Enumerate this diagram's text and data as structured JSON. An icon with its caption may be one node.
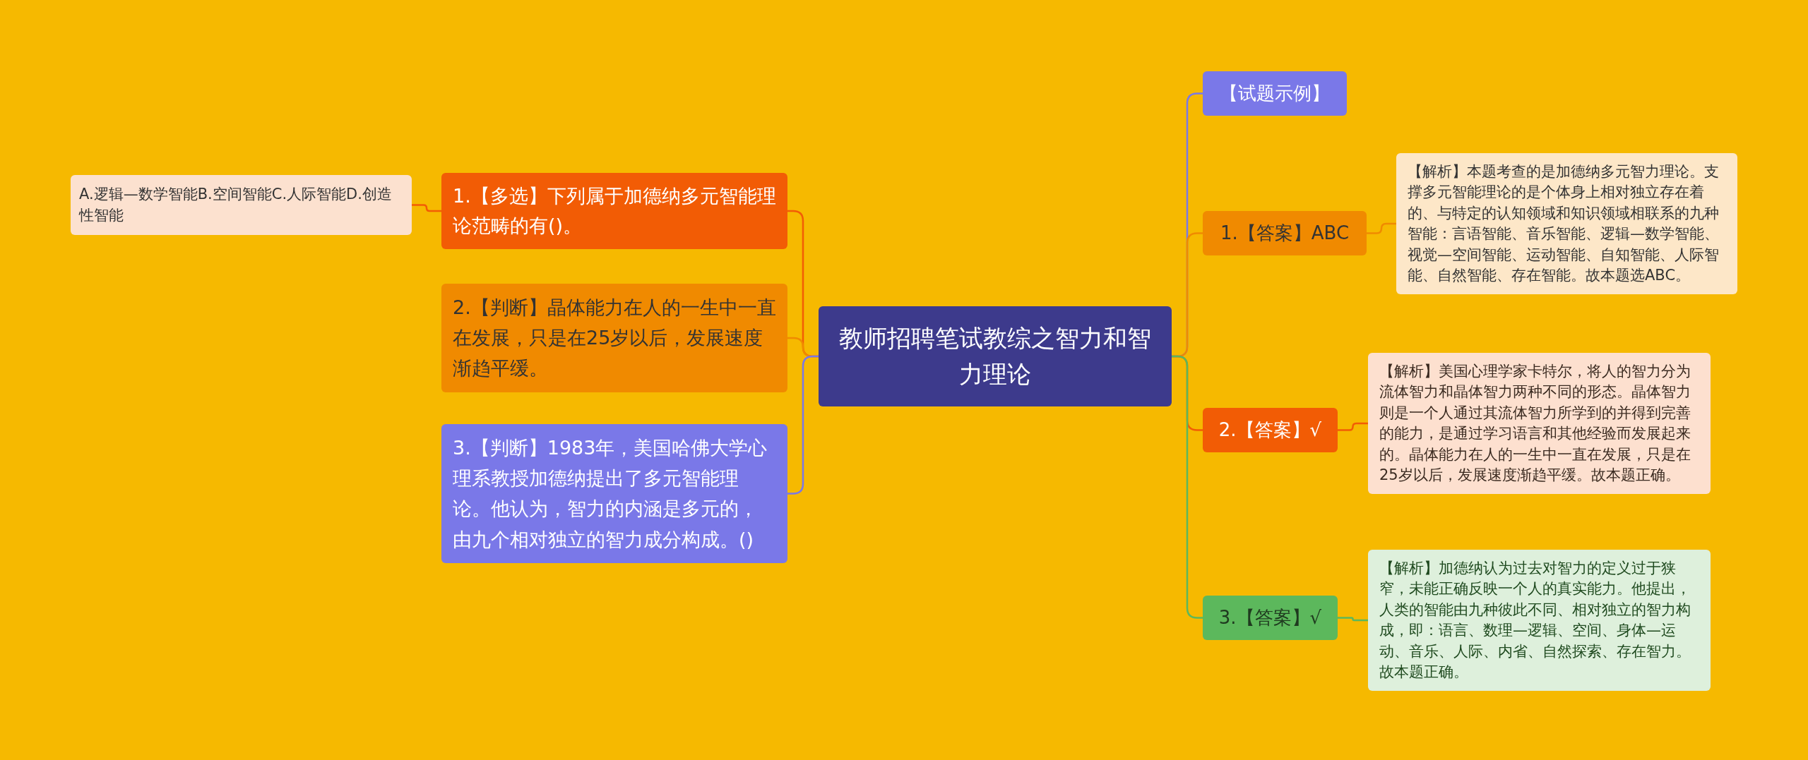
{
  "diagram": {
    "nodes": [
      {
        "text": [
          "教师招聘笔试教综之智力和智力理论"
        ]
      },
      {
        "text": [
          "1.【多选】下列属于加德纳多元智能理论范畴的有()。"
        ]
      },
      {
        "text": [
          "A.逻辑—数学智能B.空间智能C.人际智能D.创造性智能"
        ]
      },
      {
        "text": [
          "2.【判断】晶体能力在人的一生中一直在发展，只是在25岁以后，发展速度渐趋平缓。"
        ]
      },
      {
        "text": [
          "3.【判断】1983年，美国哈佛大学心理系教授加德纳提出了多元智能理论。他认为，智力的内涵是多元的，由九个相对独立的智力成分构成。()"
        ]
      },
      {
        "text": [
          "【试题示例】"
        ]
      },
      {
        "text": [
          "1.【答案】ABC"
        ]
      },
      {
        "text": [
          "【解析】本题考查的是加德纳多元智力理论。支撑多元智能理论的是个体身上相对独立存在着的、与特定的认知领域和知识领域相联系的九种智能：言语智能、音乐智能、逻辑—数学智能、视觉—空间智能、运动智能、自知智能、人际智能、自然智能、存在智能。故本题选ABC。"
        ]
      },
      {
        "text": [
          "2.【答案】√"
        ]
      },
      {
        "text": [
          "【解析】美国心理学家卡特尔，将人的智力分为流体智力和晶体智力两种不同的形态。晶体智力则是一个人通过其流体智力所学到的并得到完善的能力，是通过学习语言和其他经验而发展起来的。晶体能力在人的一生中一直在发展，只是在25岁以后，发展速度渐趋平缓。故本题正确。"
        ]
      },
      {
        "text": [
          "3.【答案】√"
        ]
      },
      {
        "text": [
          "【解析】加德纳认为过去对智力的定义过于狭窄，未能正确反映一个人的真实能力。他提出，人类的智能由九种彼此不同、相对独立的智力构成，即：语言、数理—逻辑、空间、身体—运动、音乐、人际、内省、自然探索、存在智力。故本题正确。"
        ]
      }
    ],
    "edges": [
      {
        "from": 0,
        "to": 1,
        "arrow": "none",
        "color": "#f25c05"
      },
      {
        "from": 1,
        "to": 2,
        "arrow": "none",
        "color": "#f25c05"
      },
      {
        "from": 0,
        "to": 3,
        "arrow": "none",
        "color": "#f08a00"
      },
      {
        "from": 0,
        "to": 4,
        "arrow": "none",
        "color": "#7a78e8"
      },
      {
        "from": 0,
        "to": 5,
        "arrow": "none",
        "color": "#7a78e8"
      },
      {
        "from": 0,
        "to": 6,
        "arrow": "none",
        "color": "#f08a00"
      },
      {
        "from": 6,
        "to": 7,
        "arrow": "none",
        "color": "#f08a00"
      },
      {
        "from": 0,
        "to": 8,
        "arrow": "none",
        "color": "#f25c05"
      },
      {
        "from": 8,
        "to": 9,
        "arrow": "none",
        "color": "#f25c05"
      },
      {
        "from": 0,
        "to": 10,
        "arrow": "none",
        "color": "#5cb85c"
      },
      {
        "from": 10,
        "to": 11,
        "arrow": "none",
        "color": "#5cb85c"
      }
    ]
  }
}
